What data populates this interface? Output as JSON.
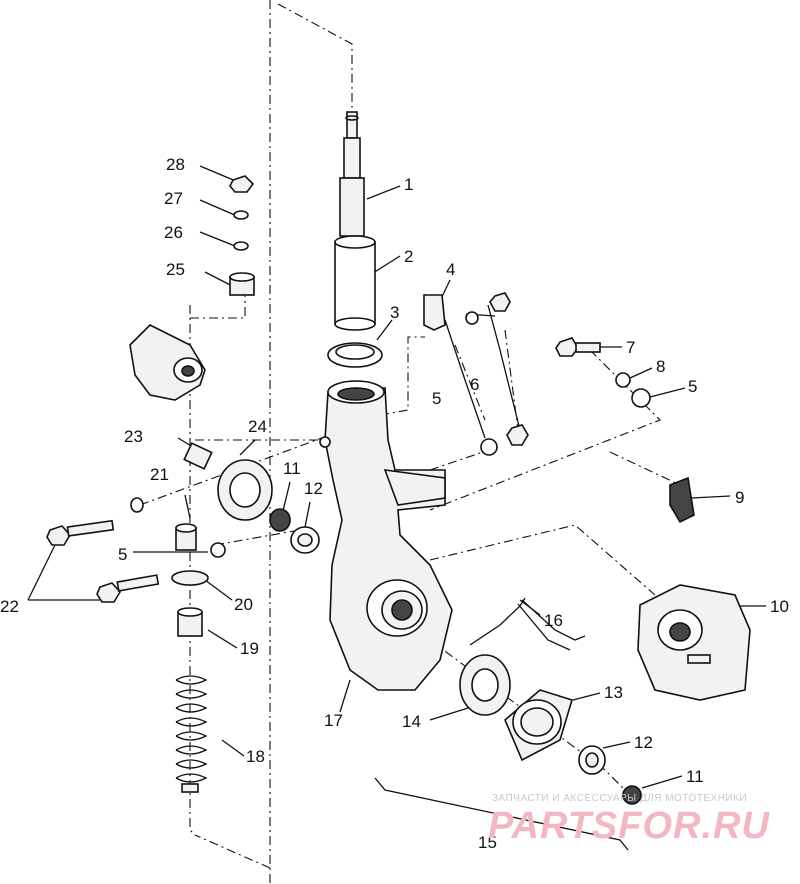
{
  "callouts": [
    {
      "id": "1",
      "label": "1"
    },
    {
      "id": "2",
      "label": "2"
    },
    {
      "id": "3",
      "label": "3"
    },
    {
      "id": "4",
      "label": "4"
    },
    {
      "id": "5a",
      "label": "5"
    },
    {
      "id": "6",
      "label": "6"
    },
    {
      "id": "7",
      "label": "7"
    },
    {
      "id": "8",
      "label": "8"
    },
    {
      "id": "5b",
      "label": "5"
    },
    {
      "id": "9",
      "label": "9"
    },
    {
      "id": "10",
      "label": "10"
    },
    {
      "id": "11a",
      "label": "11"
    },
    {
      "id": "12a",
      "label": "12"
    },
    {
      "id": "13",
      "label": "13"
    },
    {
      "id": "12b",
      "label": "12"
    },
    {
      "id": "11b",
      "label": "11"
    },
    {
      "id": "14",
      "label": "14"
    },
    {
      "id": "15",
      "label": "15"
    },
    {
      "id": "16",
      "label": "16"
    },
    {
      "id": "17",
      "label": "17"
    },
    {
      "id": "18",
      "label": "18"
    },
    {
      "id": "19",
      "label": "19"
    },
    {
      "id": "20",
      "label": "20"
    },
    {
      "id": "21",
      "label": "21"
    },
    {
      "id": "5c",
      "label": "5"
    },
    {
      "id": "22",
      "label": "22"
    },
    {
      "id": "23",
      "label": "23"
    },
    {
      "id": "24",
      "label": "24"
    },
    {
      "id": "25",
      "label": "25"
    },
    {
      "id": "26",
      "label": "26"
    },
    {
      "id": "27",
      "label": "27"
    },
    {
      "id": "28",
      "label": "28"
    }
  ],
  "watermark": {
    "caption": "ЗАПЧАСТИ И АКСЕССУАРЫ ДЛЯ МОТОТЕХНИКИ",
    "brand": "PARTSFOR.RU"
  }
}
